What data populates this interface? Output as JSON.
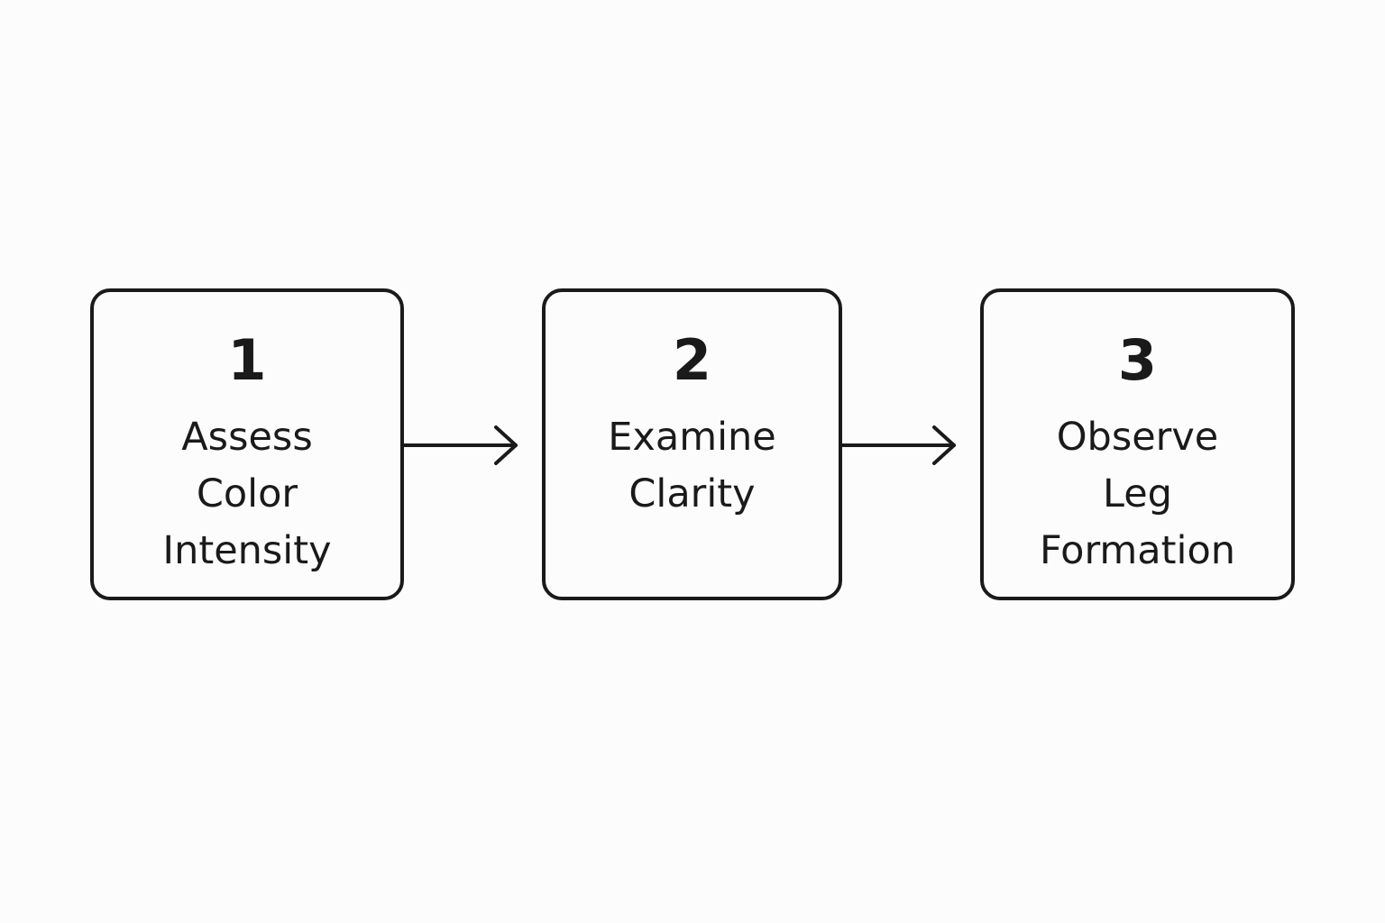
{
  "steps": [
    {
      "number": "1",
      "label": "Assess\nColor\nIntensity"
    },
    {
      "number": "2",
      "label": "Examine\nClarity"
    },
    {
      "number": "3",
      "label": "Observe\nLeg\nFormation"
    }
  ],
  "colors": {
    "stroke": "#1a1a1a",
    "background": "#fdfcfc"
  }
}
